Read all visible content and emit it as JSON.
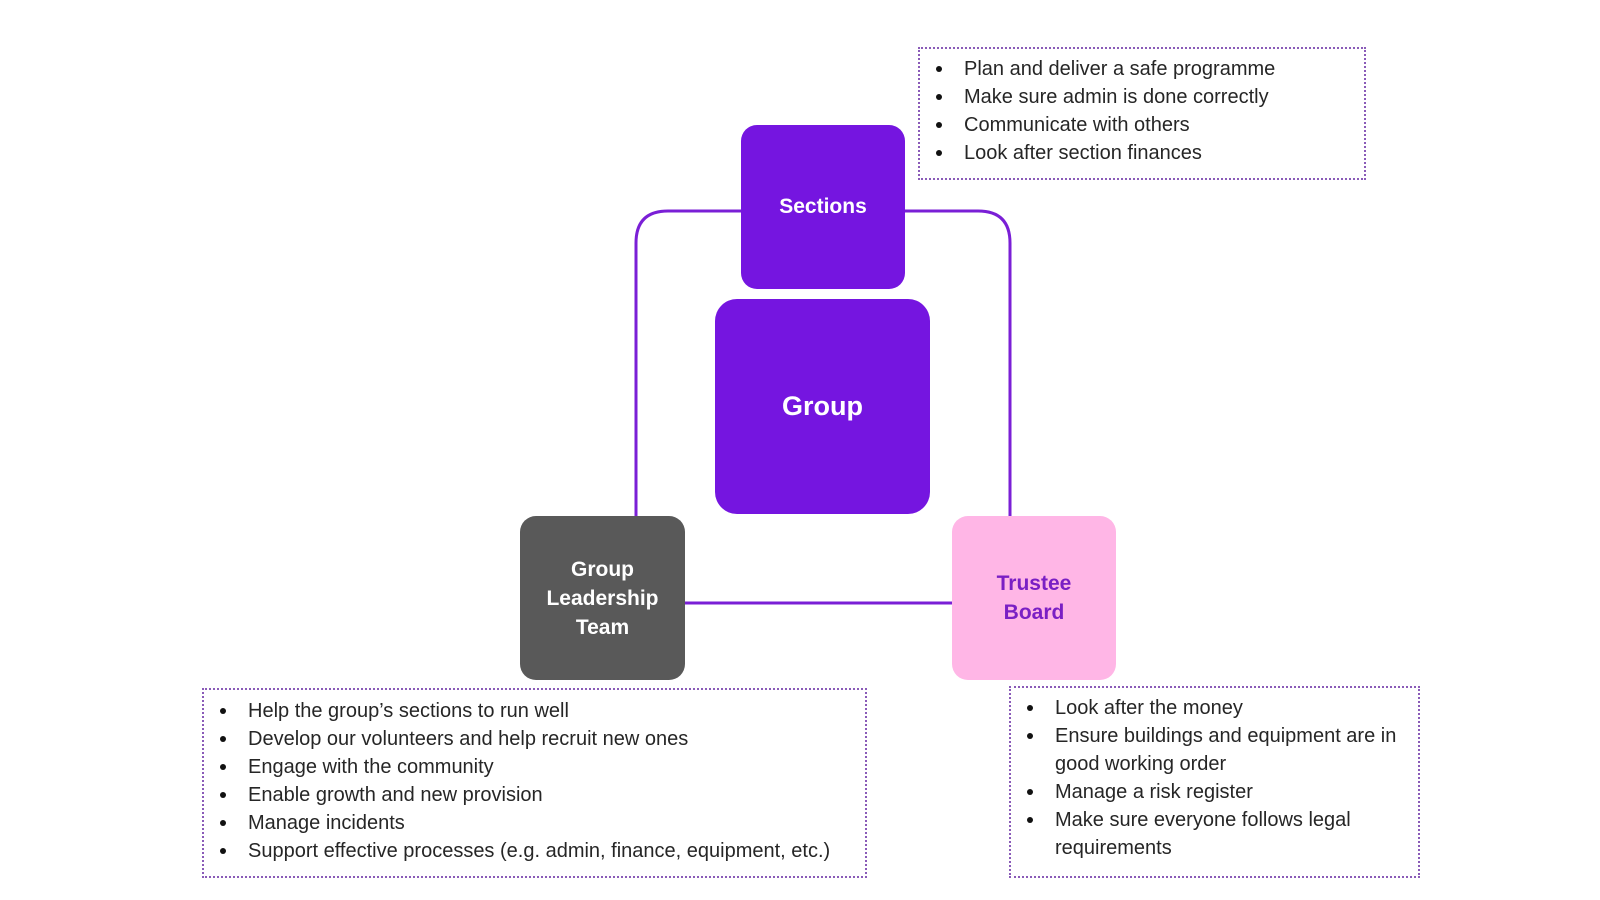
{
  "colors": {
    "purple": "#7515e0",
    "connector": "#7a1fd6",
    "dark_gray": "#595959",
    "pink": "#ffb6e6",
    "pink_text": "#7a1fc4",
    "note_border": "#8a5bb8"
  },
  "nodes": {
    "sections": {
      "label": "Sections"
    },
    "group": {
      "label": "Group"
    },
    "glt": {
      "label": "Group Leadership Team"
    },
    "trustee": {
      "label": "Trustee Board"
    }
  },
  "notes": {
    "sections": [
      "Plan and deliver a safe programme",
      "Make sure admin is done correctly",
      "Communicate with others",
      "Look after section finances"
    ],
    "glt": [
      "Help the group’s sections to run well",
      "Develop our volunteers and help recruit new ones",
      "Engage with the community",
      "Enable growth and new provision",
      "Manage incidents",
      "Support effective processes (e.g. admin, finance, equipment, etc.)"
    ],
    "trustee": [
      "Look after the money",
      "Ensure buildings and equipment are in good working order",
      "Manage a risk register",
      "Make sure everyone follows legal requirements"
    ]
  }
}
